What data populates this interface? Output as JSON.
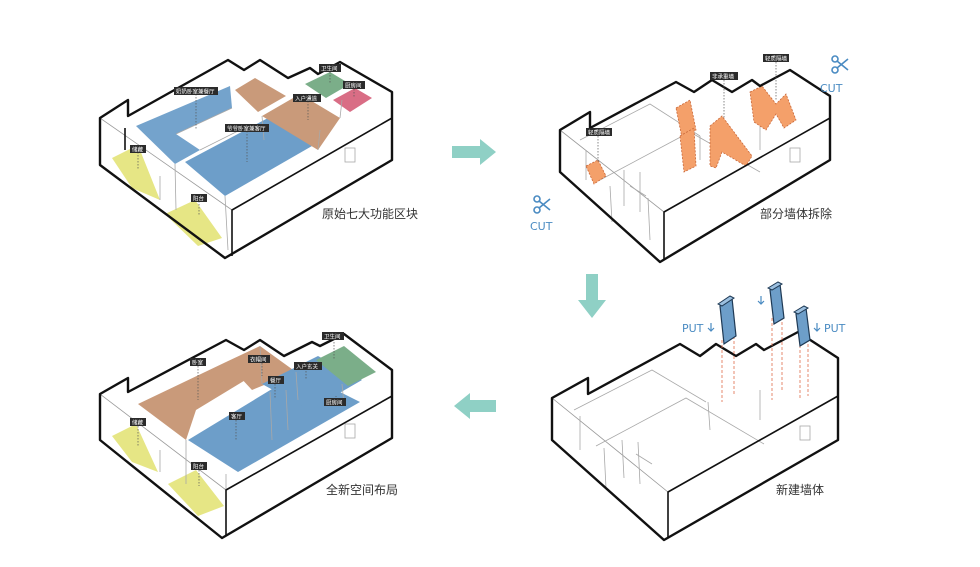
{
  "captions": {
    "original": "原始七大功能区块",
    "demolish": "部分墙体拆除",
    "build": "新建墙体",
    "layout": "全新空间布局"
  },
  "actions": {
    "cut": "CUT",
    "put": "PUT"
  },
  "diagram1_labels": {
    "living": "奶奶卧室兼餐厅",
    "master": "爷爷卧室兼客厅",
    "bath": "卫生间",
    "kitchen": "厨房间",
    "entry": "入户通道",
    "storage": "储藏",
    "balcony": "阳台"
  },
  "diagram2_labels": {
    "light": "轻质隔墙",
    "bearing": "非承重墙",
    "partition": "轻质隔墙"
  },
  "diagram4_labels": {
    "bedroom": "卧室",
    "wardrobe": "衣帽间",
    "dining": "餐厅",
    "entry": "入户玄关",
    "bath": "卫生间",
    "kitchen": "厨房间",
    "living": "客厅",
    "storage": "储藏",
    "balcony": "阳台"
  },
  "colors": {
    "blue": "#6d9ec9",
    "brown": "#c99a7a",
    "green": "#7bae89",
    "pink": "#d96d85",
    "yellow": "#e6e685",
    "orange": "#f4a06a",
    "arrow": "#8fd0c5",
    "cut_blue": "#4a8bc2"
  },
  "icons": [
    "scissors-icon",
    "arrow-right-icon",
    "arrow-down-icon",
    "arrow-left-icon",
    "down-arrow-icon"
  ]
}
